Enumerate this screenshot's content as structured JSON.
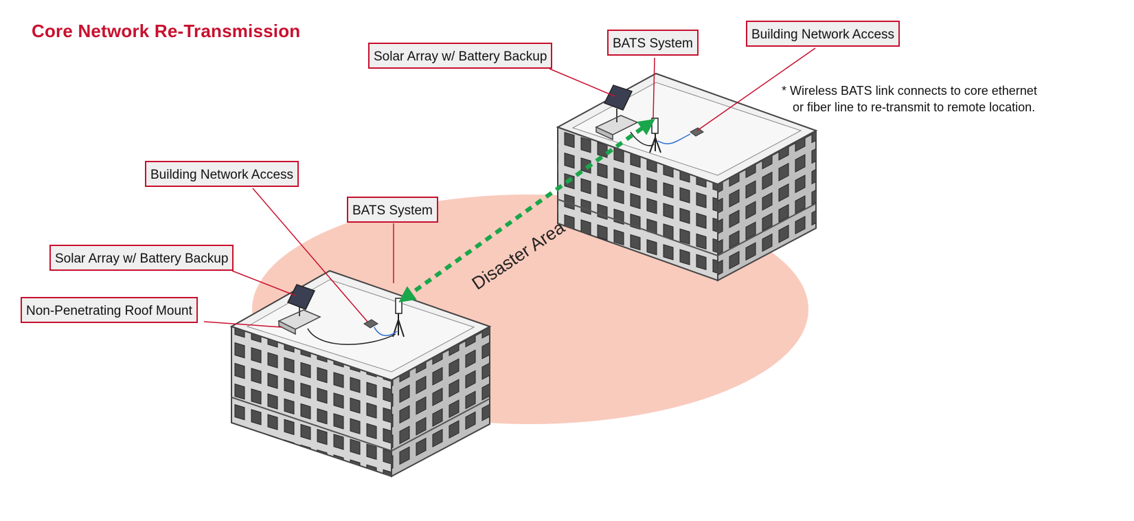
{
  "title": "Core Network Re-Transmission",
  "note": {
    "line1": "* Wireless BATS link connects to core ethernet",
    "line2": "or fiber line to re-transmit to remote location."
  },
  "area_label": "Disaster Area",
  "callouts": {
    "left_network": "Building Network Access",
    "left_bats": "BATS System",
    "left_solar": "Solar Array w/ Battery Backup",
    "left_mount": "Non-Penetrating Roof Mount",
    "right_solar": "Solar Array w/ Battery Backup",
    "right_bats": "BATS System",
    "right_network": "Building Network Access"
  },
  "colors": {
    "accent": "#c8102e",
    "disaster_area": "#f9cbbd",
    "link": "#1aa64a",
    "callout_fill": "#efefef"
  }
}
